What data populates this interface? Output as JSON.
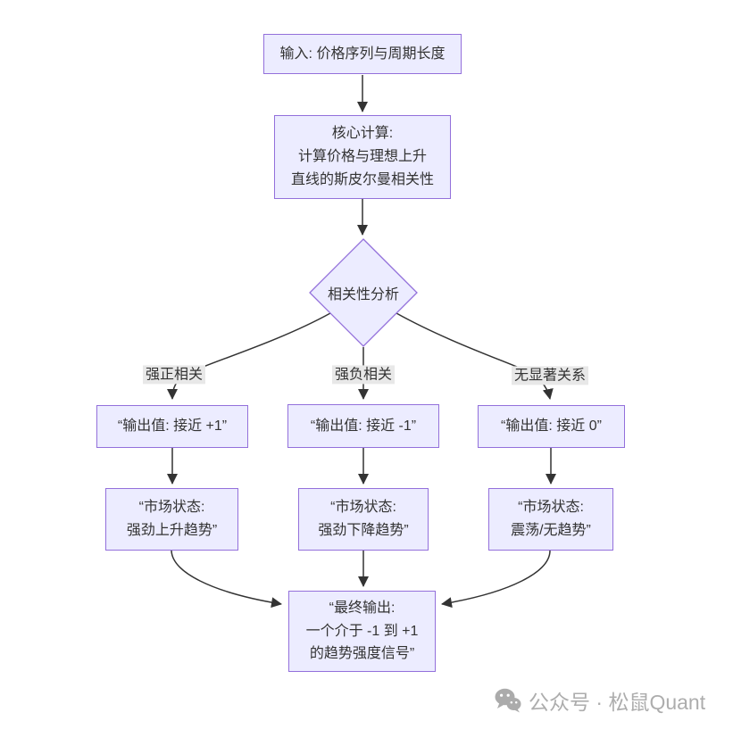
{
  "diagram": {
    "nodes": {
      "input": {
        "label": "输入: 价格序列与周期长度"
      },
      "core": {
        "lines": [
          "核心计算:",
          "计算价格与理想上升",
          "直线的斯皮尔曼相关性"
        ]
      },
      "decision": {
        "label": "相关性分析"
      },
      "output_pos": {
        "label": "“输出值: 接近 +1”"
      },
      "output_neg": {
        "label": "“输出值: 接近 -1”"
      },
      "output_zero": {
        "label": "“输出值: 接近 0”"
      },
      "state_up": {
        "lines": [
          "“市场状态:",
          "强劲上升趋势”"
        ]
      },
      "state_down": {
        "lines": [
          "“市场状态:",
          "强劲下降趋势”"
        ]
      },
      "state_flat": {
        "lines": [
          "“市场状态:",
          "震荡/无趋势”"
        ]
      },
      "final": {
        "lines": [
          "“最终输出:",
          "一个介于 -1 到 +1",
          "的趋势强度信号”"
        ]
      }
    },
    "edge_labels": {
      "strong_positive": "强正相关",
      "strong_negative": "强负相关",
      "no_significant": "无显著关系"
    },
    "colors": {
      "node_fill": "#ECECFF",
      "node_border": "#9370DB",
      "edge": "#333333",
      "edge_label_bg": "#e8e8e8",
      "watermark": "#adadad"
    },
    "watermark": {
      "text": "公众号 · 松鼠Quant",
      "icon": "wechat-icon"
    }
  }
}
